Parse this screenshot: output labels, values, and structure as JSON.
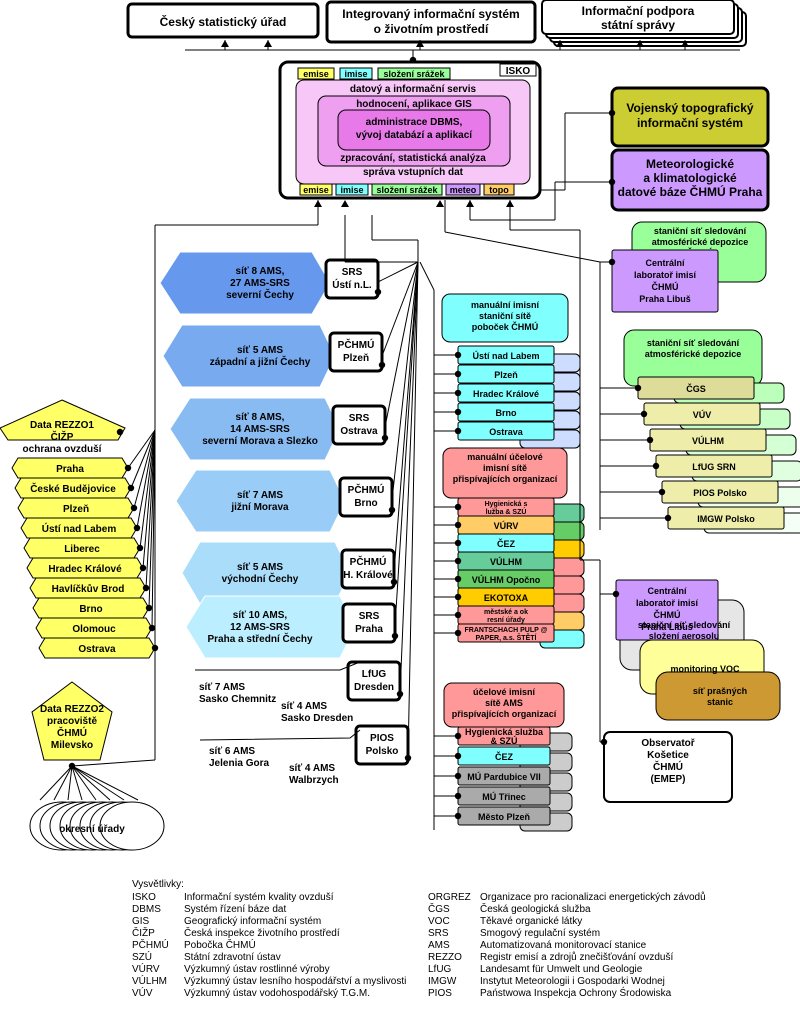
{
  "top": {
    "csu": "Český statistický úřad",
    "iis": [
      "Integrovaný informační systém",
      "o životním prostředí"
    ],
    "ips": [
      "Informační podpora",
      "státní správy"
    ]
  },
  "isko": {
    "title": "ISKO",
    "tags_top": [
      "emise",
      "imise",
      "složení srážek"
    ],
    "tags_bottom": [
      "emise",
      "imise",
      "složení srážek",
      "meteo",
      "topo"
    ],
    "layer1": "datový a informační servis",
    "layer2": "hodnocení, aplikace GIS",
    "layer3": [
      "administrace DBMS,",
      "vývoj databází a aplikací"
    ],
    "layer4": "zpracování, statistická analýza",
    "layer5": "správa vstupních dat"
  },
  "vts": [
    "Vojenský topografický",
    "informační systém"
  ],
  "meteo": [
    "Meteorologické",
    "a klimatologické",
    "datové báze ČHMÚ Praha"
  ],
  "regions": [
    {
      "text": [
        "síť 8 AMS,",
        "27 AMS-SRS",
        "severní Čechy"
      ],
      "box": [
        "SRS",
        "Ústí n.L."
      ]
    },
    {
      "text": [
        "síť 5 AMS",
        "západní a jižní Čechy"
      ],
      "box": [
        "PČHMÚ",
        "Plzeň"
      ]
    },
    {
      "text": [
        "síť 8 AMS,",
        "14 AMS-SRS",
        "severní Morava a Slezko"
      ],
      "box": [
        "SRS",
        "Ostrava"
      ]
    },
    {
      "text": [
        "síť 7 AMS",
        "jižní Morava"
      ],
      "box": [
        "PČHMÚ",
        "Brno"
      ]
    },
    {
      "text": [
        "síť 5 AMS",
        "východní Čechy"
      ],
      "box": [
        "PČHMÚ",
        "H. Králové"
      ]
    },
    {
      "text": [
        "síť 10 AMS,",
        "12 AMS-SRS",
        "Praha a střední Čechy"
      ],
      "box": [
        "SRS",
        "Praha"
      ]
    }
  ],
  "saxony": {
    "left": [
      "síť 7 AMS",
      "Sasko Chemnitz"
    ],
    "right": [
      "síť 4 AMS",
      "Sasko Dresden"
    ],
    "box": [
      "LfUG",
      "Dresden"
    ]
  },
  "poland": {
    "left": [
      "síť 6 AMS",
      "Jelenia Gora"
    ],
    "right": [
      "síť 4 AMS",
      "Walbrzych"
    ],
    "box": [
      "PIOS",
      "Polsko"
    ]
  },
  "rezzo1": {
    "title": [
      "Data REZZO1",
      "ČIŽP",
      "ochrana ovzduší"
    ],
    "items": [
      "Praha",
      "České Budějovice",
      "Plzeň",
      "Ústí nad Labem",
      "Liberec",
      "Hradec Králové",
      "Havlíčkův Brod",
      "Brno",
      "Olomouc",
      "Ostrava"
    ]
  },
  "rezzo2": {
    "title": [
      "Data REZZO2",
      "pracoviště",
      "ČHMÚ",
      "Milevsko"
    ],
    "label": "okresní úřady"
  },
  "manual": {
    "title": [
      "manuální imisní",
      "staniční sítě",
      "poboček ČHMÚ"
    ],
    "items": [
      "Ústí nad Labem",
      "Plzeň",
      "Hradec Králové",
      "Brno",
      "Ostrava"
    ]
  },
  "purpose": {
    "title": [
      "manuální účelové",
      "imisní sítě",
      "přispívajících organizací"
    ],
    "items": [
      "Hygienická služba & SZÚ",
      "VÚRV",
      "ČEZ",
      "VÚLHM",
      "VÚLHM Opočno",
      "EKOTOXA",
      "městské a okresní úřady",
      "FRANTSCHACH PULP @PAPER, a.s. ŠTĚTÍ"
    ]
  },
  "ams": {
    "title": [
      "účelové imisní",
      "sítě AMS",
      "přispívajících organizací"
    ],
    "items": [
      "Hygienická služba & SZÚ",
      "ČEZ",
      "MÚ Pardubice VII",
      "MÚ Třinec",
      "Město Plzeň"
    ]
  },
  "lab1": {
    "back": [
      "staniční síť sledování",
      "atmosférické depozice",
      "ČHMÚ"
    ],
    "front": [
      "Centrální",
      "laboratoř imisí",
      "ČHMÚ",
      "Praha Libuš"
    ]
  },
  "depo": {
    "title": [
      "staniční síť sledování",
      "atmosférické depozice"
    ],
    "items": [
      "ČGS",
      "VÚV",
      "VÚLHM",
      "LfUG SRN",
      "PIOS Polsko",
      "IMGW Polsko"
    ]
  },
  "lab2": {
    "front": [
      "Centrální",
      "laboratoř imisí",
      "ČHMÚ",
      "Praha Libuš"
    ],
    "aero": [
      "staniční síť sledování",
      "složení aerosolu"
    ],
    "voc": "monitoring VOC",
    "dust": [
      "síť prašných",
      "stanic"
    ]
  },
  "obs": [
    "Observatoř",
    "Košetice",
    "ČHMÚ",
    "(EMEP)"
  ],
  "legend_title": "Vysvětlivky:",
  "legend_left": [
    {
      "a": "ISKO",
      "d": "Informační systém kvality ovzduší"
    },
    {
      "a": "DBMS",
      "d": "Systém řízení báze dat"
    },
    {
      "a": "GIS",
      "d": "Geografický informační systém"
    },
    {
      "a": "ČIŽP",
      "d": "Česká inspekce životního prostředí"
    },
    {
      "a": "PČHMÚ",
      "d": "Pobočka ČHMÚ"
    },
    {
      "a": "SZÚ",
      "d": "Státní zdravotní ústav"
    },
    {
      "a": "VÚRV",
      "d": "Výzkumný ústav rostlinné výroby"
    },
    {
      "a": "VÚLHM",
      "d": "Výzkumný ústav lesního hospodářství a myslivosti"
    },
    {
      "a": "VÚV",
      "d": "Výzkumný ústav vodohospodářský T.G.M."
    }
  ],
  "legend_right": [
    {
      "a": "ORGREZ",
      "d": "Organizace pro racionalizaci energetických závodů"
    },
    {
      "a": "ČGS",
      "d": "Česká geologická služba"
    },
    {
      "a": "VOC",
      "d": "Těkavé organické látky"
    },
    {
      "a": "SRS",
      "d": "Smogový regulační systém"
    },
    {
      "a": "AMS",
      "d": "Automatizovaná monitorovací stanice"
    },
    {
      "a": "REZZO",
      "d": "Registr emisí a zdrojů znečišťování ovzduší"
    },
    {
      "a": "LfUG",
      "d": "Landesamt für Umwelt und Geologie"
    },
    {
      "a": "IMGW",
      "d": "Instytut Meteorologii i Gospodarki Wodnej"
    },
    {
      "a": "PIOS",
      "d": "Państwowa Inspekcja Ochrony Środowiska"
    }
  ],
  "colors": {
    "yellow": "#ffff66",
    "cyan": "#80ffff",
    "green": "#99ff99",
    "lilac": "#cc99ff",
    "orange": "#ffcc66",
    "olive": "#cccc33",
    "violet": "#cc99ff",
    "blue1": "#6699ee",
    "blue2": "#77aaee",
    "blue3": "#88bbf2",
    "blue4": "#99ccf6",
    "blue5": "#aaddfa",
    "blue6": "#bbeeff"
  }
}
